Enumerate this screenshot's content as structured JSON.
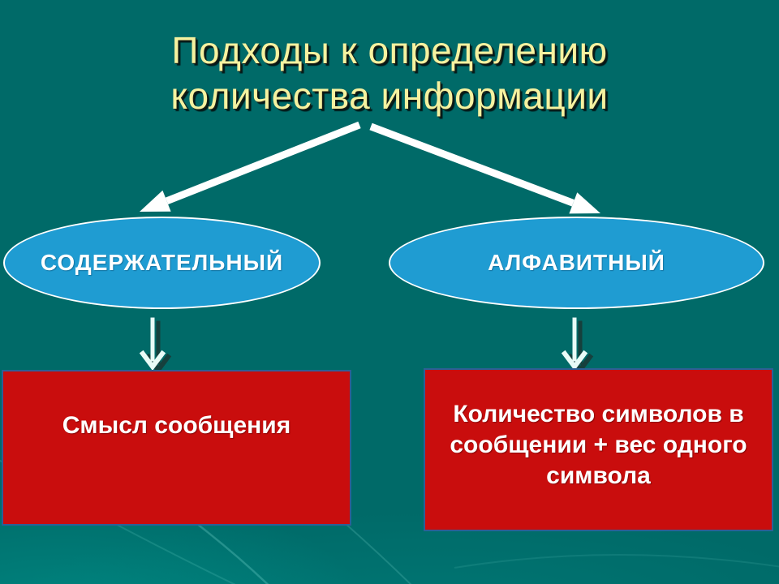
{
  "slide": {
    "title": "Подходы к определению количества информации"
  },
  "diagram": {
    "left_branch": {
      "ellipse_label": "СОДЕРЖАТЕЛЬНЫЙ",
      "box_text": "Смысл сообщения"
    },
    "right_branch": {
      "ellipse_label": "АЛФАВИТНЫЙ",
      "box_text": "Количество символов в сообщении + вес одного символа"
    },
    "colors": {
      "background": "#006A68",
      "title_text": "#F5F2A0",
      "ellipse_fill": "#1F9CD2",
      "ellipse_border": "#FFFFFF",
      "box_fill": "#C90D0D",
      "box_border": "#2D5F96",
      "big_arrow": "#FFFFFF",
      "connector_light": "#E9FBF7",
      "connector_shadow": "#16403D"
    }
  }
}
